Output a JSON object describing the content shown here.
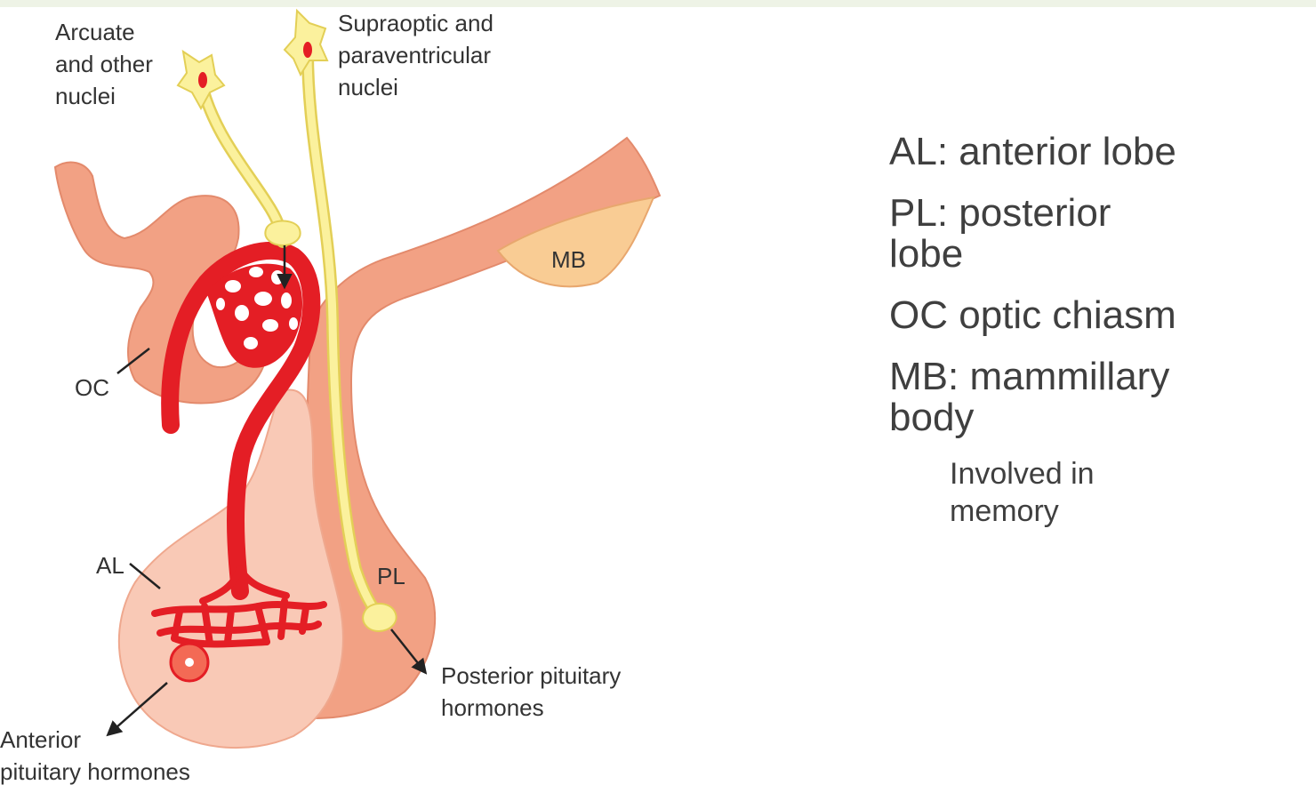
{
  "labels": {
    "arcuate": [
      "Arcuate",
      "and other",
      "nuclei"
    ],
    "supraoptic": [
      "Supraoptic and",
      "paraventricular",
      "nuclei"
    ],
    "mb": "MB",
    "oc": "OC",
    "al": "AL",
    "pl": "PL",
    "posterior_hormones": [
      "Posterior pituitary",
      "hormones"
    ],
    "anterior_hormones": [
      "Anterior",
      "pituitary hormones"
    ]
  },
  "legend": {
    "al": "AL: anterior lobe",
    "pl": "PL: posterior lobe",
    "oc": "OC optic chiasm",
    "mb": "MB: mammillary body",
    "mb_note": "Involved in memory"
  },
  "colors": {
    "tissue": "#f2a184",
    "tissue_dark": "#e8866a",
    "anterior_lobe": "#f9c9b6",
    "mammillary": "#f9cc94",
    "blood": "#e41e25",
    "neuron": "#fbf19d",
    "neuron_outline": "#e3cf56",
    "topbar": "#eef3e6"
  }
}
